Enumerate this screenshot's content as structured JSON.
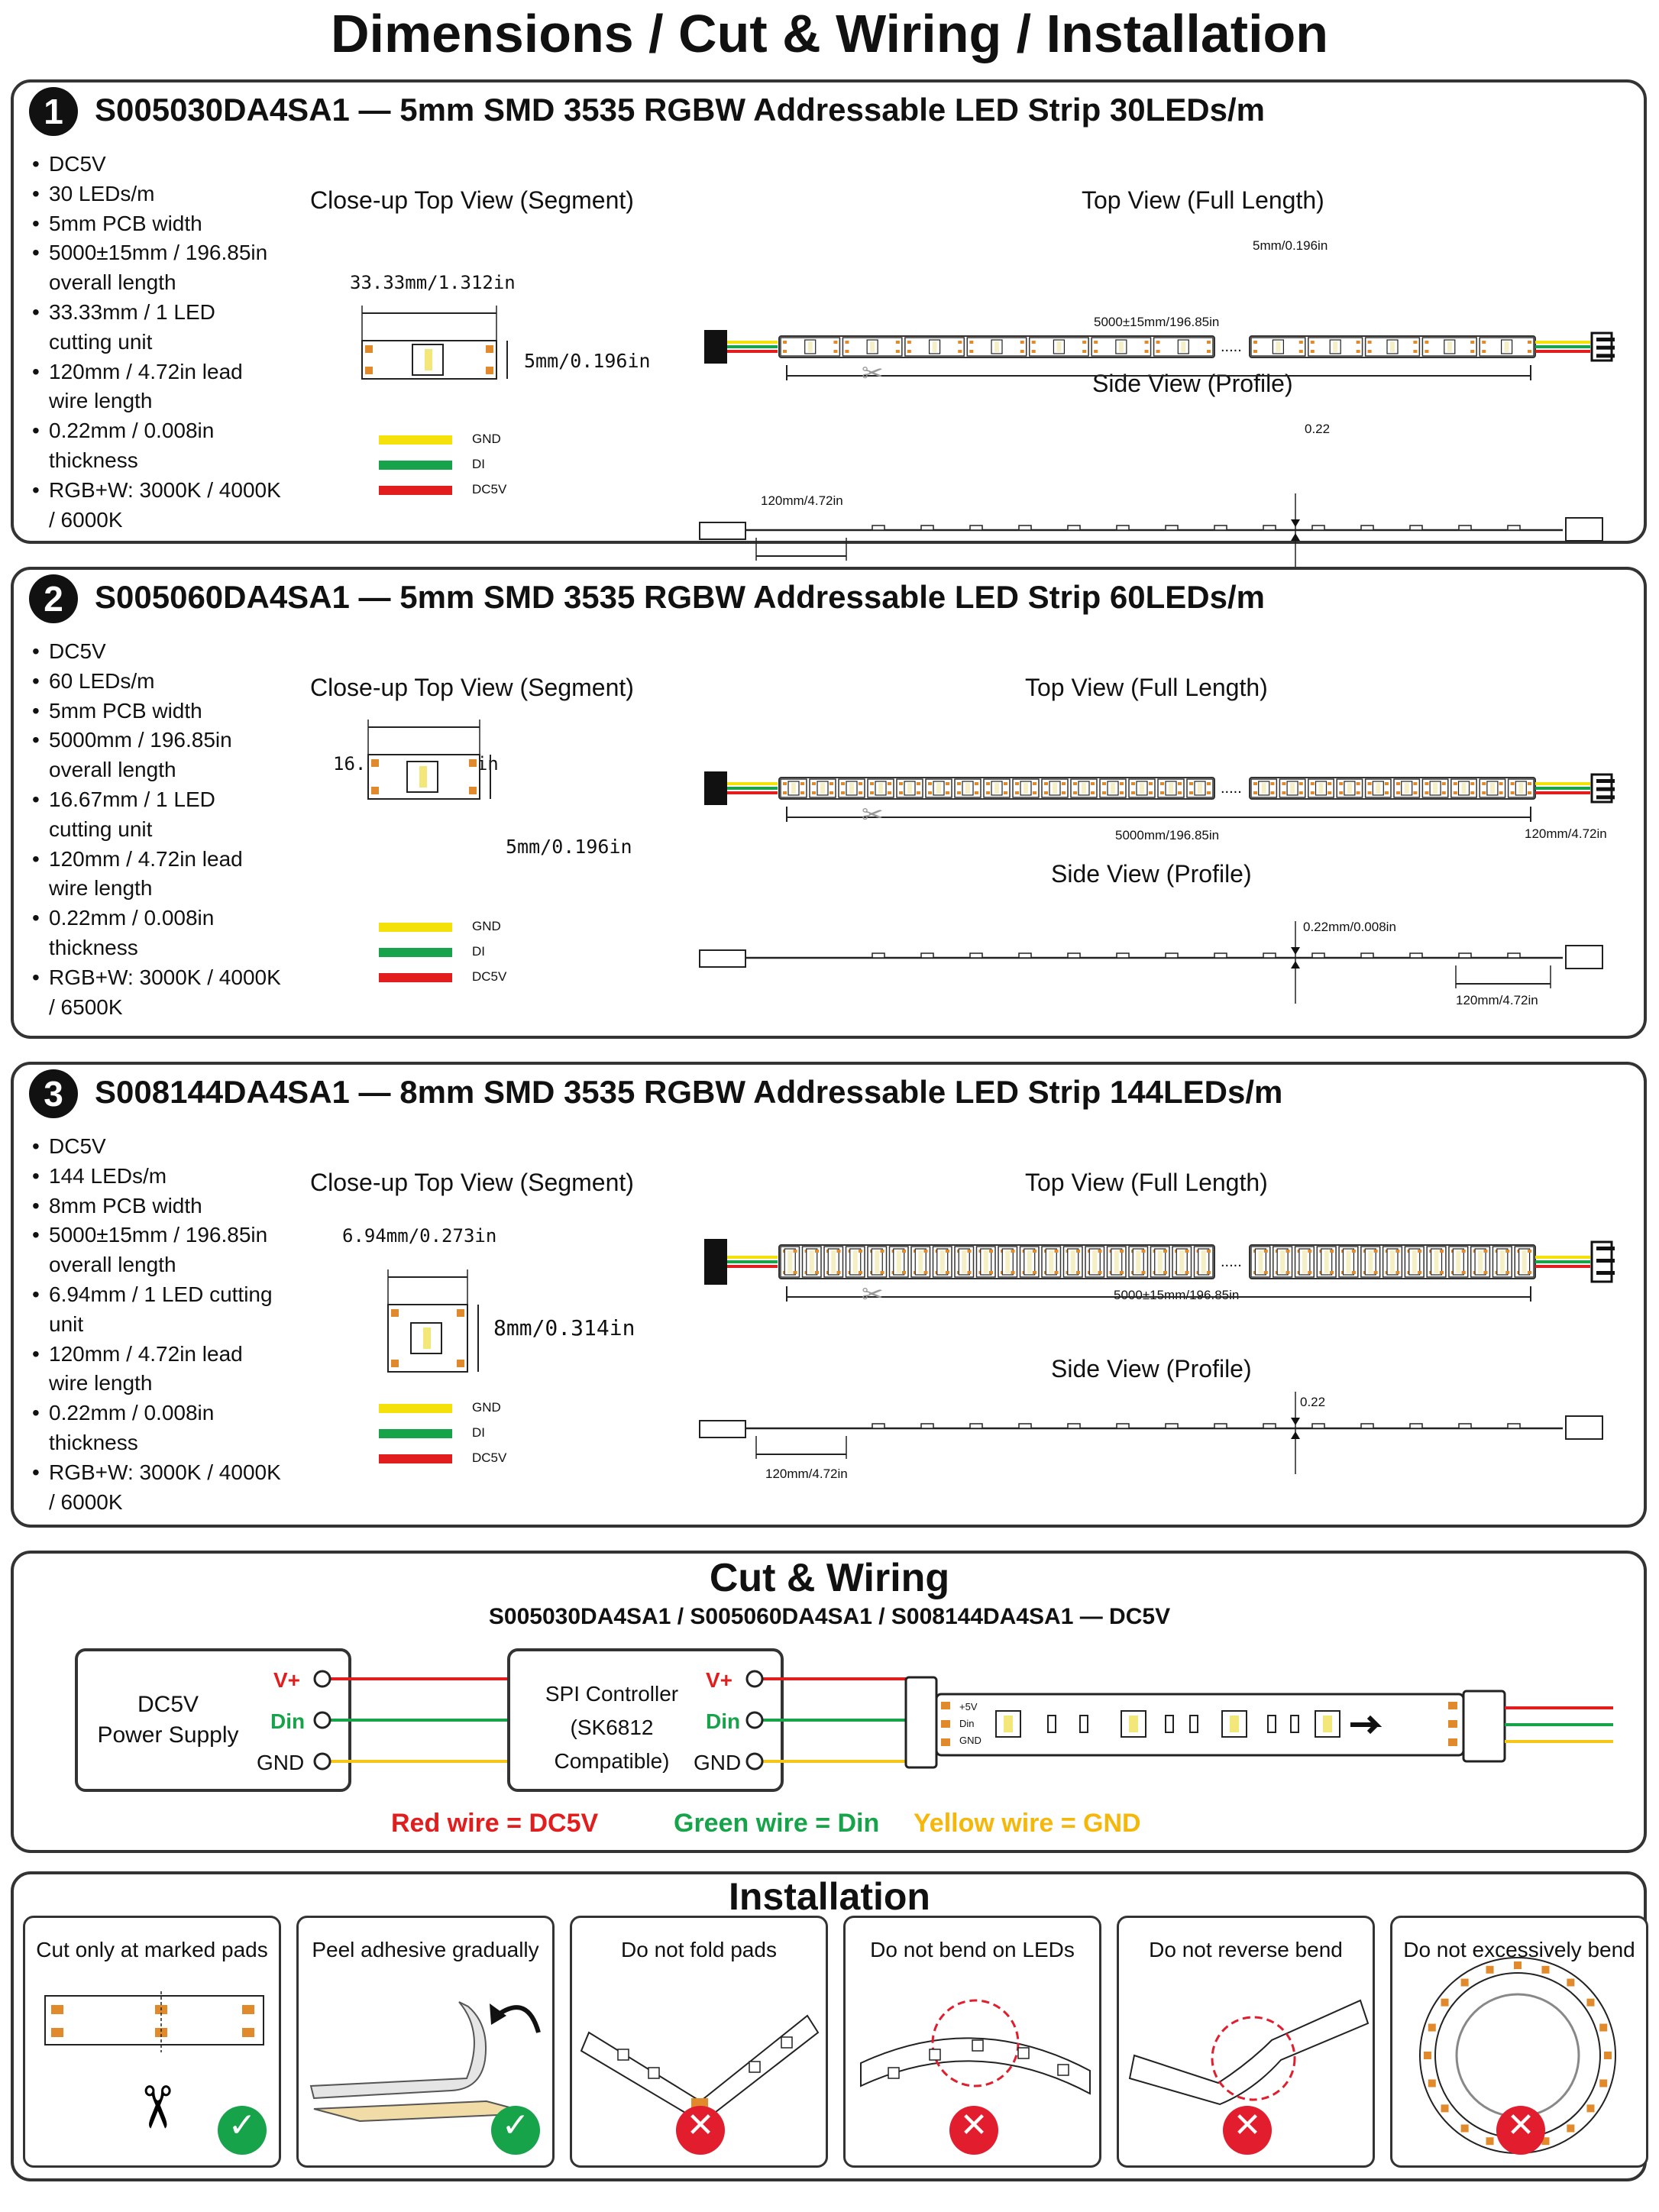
{
  "title": "Dimensions / Cut & Wiring / Installation",
  "colors": {
    "gnd": "#f5e10a",
    "di": "#17a34a",
    "dc5v": "#e11d1d",
    "pad": "#e08a2b",
    "ok": "#16a34a",
    "no": "#e11d2e"
  },
  "views": {
    "closeup": "Close-up Top View (Segment)",
    "top": "Top View (Full Length)",
    "side": "Side View (Profile)"
  },
  "legend": {
    "gnd": "GND",
    "di": "DI",
    "dc5v": "DC5V"
  },
  "products": [
    {
      "num": "1",
      "title": "S005030DA4SA1 — 5mm SMD 3535 RGBW Addressable LED Strip 30LEDs/m",
      "specs": [
        "DC5V",
        "30 LEDs/m",
        "5mm PCB width",
        "5000±15mm / 196.85in overall length",
        "33.33mm / 1 LED cutting unit",
        "120mm / 4.72in lead wire length",
        "0.22mm / 0.008in thickness",
        "RGB+W: 3000K / 4000K / 6000K"
      ],
      "seg_len": "33.33mm/1.312in",
      "seg_w": "5mm/0.196in",
      "top_len": "5000±15mm/196.85in",
      "top_w": "5mm/0.196in",
      "lead": "120mm/4.72in",
      "thick": "0.22"
    },
    {
      "num": "2",
      "title": "S005060DA4SA1 — 5mm SMD 3535 RGBW Addressable LED Strip 60LEDs/m",
      "specs": [
        "DC5V",
        "60 LEDs/m",
        "5mm PCB width",
        "5000mm / 196.85in overall length",
        "16.67mm / 1 LED cutting unit",
        "120mm / 4.72in lead wire length",
        "0.22mm / 0.008in thickness",
        "RGB+W: 3000K / 4000K / 6500K"
      ],
      "seg_len": "16.67mm/0.655in",
      "seg_w": "5mm/0.196in",
      "top_len": "5000mm/196.85in",
      "top_lead": "120mm/4.72in",
      "lead": "120mm/4.72in",
      "thick": "0.22mm/0.008in"
    },
    {
      "num": "3",
      "title": "S008144DA4SA1 — 8mm SMD 3535 RGBW Addressable LED Strip 144LEDs/m",
      "specs": [
        "DC5V",
        "144 LEDs/m",
        "8mm PCB width",
        "5000±15mm / 196.85in overall length",
        "6.94mm / 1 LED cutting unit",
        "120mm / 4.72in lead wire length",
        "0.22mm / 0.008in thickness",
        "RGB+W: 3000K / 4000K / 6000K"
      ],
      "seg_len": "6.94mm/0.273in",
      "seg_w": "8mm/0.314in",
      "seg_gnd": "GND",
      "seg_dc5v": "DC5V",
      "top_len": "5000±15mm/196.85in",
      "lead": "120mm/4.72in",
      "thick": "0.22"
    }
  ],
  "wiring": {
    "title": "Cut & Wiring",
    "subtitle": "S005030DA4SA1 / S005060DA4SA1 / S008144DA4SA1 — DC5V",
    "psu": [
      "DC5V",
      "Power Supply"
    ],
    "controller": [
      "SPI Controller",
      "(SK6812 Compatible)"
    ],
    "vplus": "V+",
    "din": "Din",
    "gnd": "GND",
    "strip_pads": [
      "+5V",
      "Din",
      "GND"
    ],
    "key_red": "Red wire = DC5V",
    "key_green": "Green wire = Din",
    "key_yellow": "Yellow wire = GND"
  },
  "installation": {
    "title": "Installation",
    "cards": [
      {
        "label": "Cut only at marked pads",
        "verdict": "ok"
      },
      {
        "label": "Peel adhesive gradually",
        "verdict": "ok"
      },
      {
        "label": "Do not fold pads",
        "verdict": "no"
      },
      {
        "label": "Do not bend on LEDs",
        "verdict": "no"
      },
      {
        "label": "Do not reverse bend",
        "verdict": "no"
      },
      {
        "label": "Do not excessively bend",
        "verdict": "no"
      }
    ]
  }
}
